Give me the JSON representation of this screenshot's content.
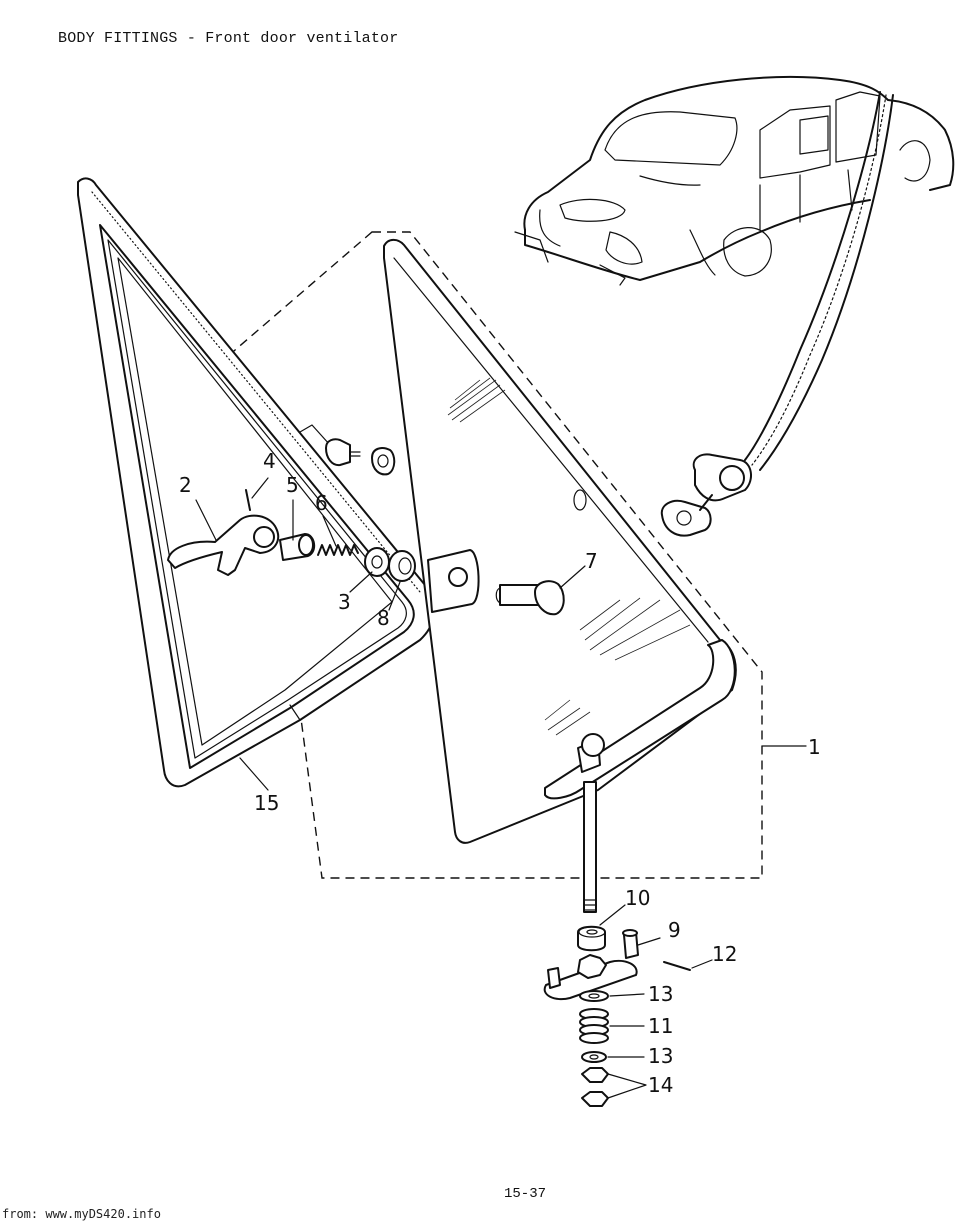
{
  "header": {
    "title": "BODY FITTINGS - Front door ventilator"
  },
  "footer": {
    "page_number": "15-37",
    "source": "from: www.myDS420.info"
  },
  "callouts": {
    "c1": "1",
    "c2": "2",
    "c3": "3",
    "c4": "4",
    "c5": "5",
    "c6": "6",
    "c7": "7",
    "c8": "8",
    "c9": "9",
    "c10": "10",
    "c11": "11",
    "c12": "12",
    "c13a": "13",
    "c13b": "13",
    "c14": "14",
    "c15": "15"
  }
}
